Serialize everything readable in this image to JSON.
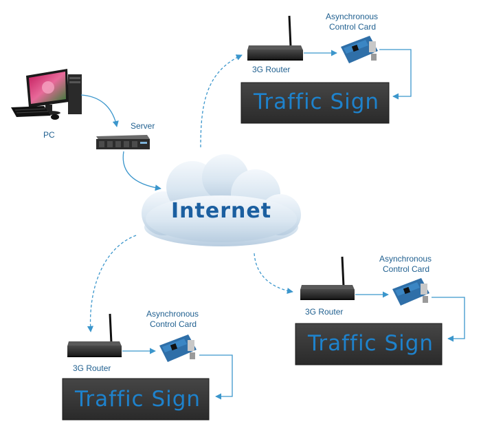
{
  "labels": {
    "pc": "PC",
    "server": "Server",
    "internet": "Internet",
    "router_1": "3G Router",
    "router_2": "3G Router",
    "router_3": "3G Router",
    "card_1_line1": "Asynchronous",
    "card_1_line2": "Control Card",
    "card_2_line1": "Asynchronous",
    "card_2_line2": "Control Card",
    "card_3_line1": "Asynchronous",
    "card_3_line2": "Control Card",
    "sign_1": "Traffic Sign",
    "sign_2": "Traffic Sign",
    "sign_3": "Traffic Sign"
  },
  "colors": {
    "connector": "#3b96cc",
    "label": "#1f5f8f",
    "sign_text": "#1e82cc",
    "sign_panel": "#3a3a3a",
    "cloud_text": "#1b5fa0"
  }
}
